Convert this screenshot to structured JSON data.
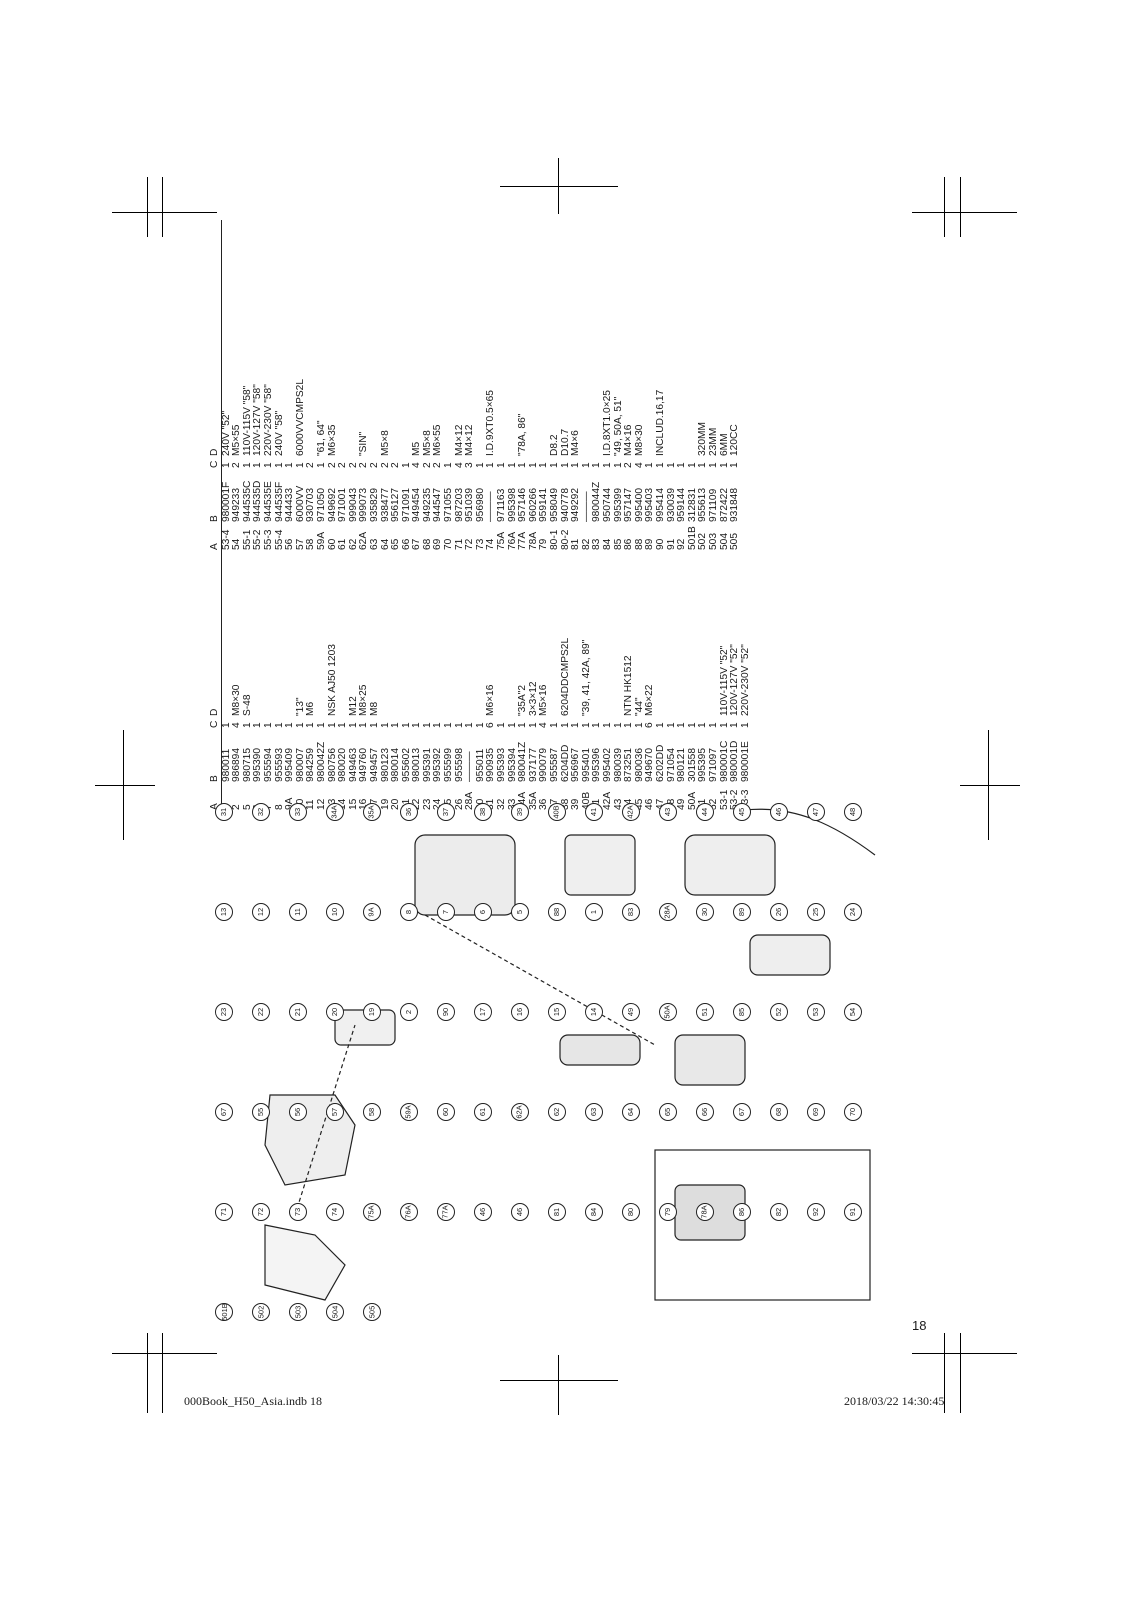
{
  "page_number": "18",
  "footer": {
    "file": "000Book_H50_Asia.indb   18",
    "timestamp": "2018/03/22   14:30:45"
  },
  "table_headers": [
    "A",
    "B",
    "C",
    "D"
  ],
  "parts_left": [
    [
      "1",
      "980011",
      "1",
      ""
    ],
    [
      "2",
      "986894",
      "4",
      "M8×30"
    ],
    [
      "5",
      "980715",
      "1",
      "S-48"
    ],
    [
      "6",
      "995390",
      "1",
      ""
    ],
    [
      "7",
      "955594",
      "1",
      ""
    ],
    [
      "8",
      "955593",
      "1",
      ""
    ],
    [
      "9A",
      "995409",
      "1",
      ""
    ],
    [
      "10",
      "980007",
      "1",
      "\"13\""
    ],
    [
      "11",
      "984259",
      "1",
      "M6"
    ],
    [
      "12",
      "980042Z",
      "1",
      ""
    ],
    [
      "13",
      "980756",
      "1",
      "NSK AJ50 1203"
    ],
    [
      "14",
      "980020",
      "1",
      ""
    ],
    [
      "15",
      "949463",
      "1",
      "M12"
    ],
    [
      "16",
      "949760",
      "1",
      "M8×25"
    ],
    [
      "17",
      "949457",
      "1",
      "M8"
    ],
    [
      "19",
      "980123",
      "1",
      ""
    ],
    [
      "20",
      "980014",
      "1",
      ""
    ],
    [
      "21",
      "955602",
      "1",
      ""
    ],
    [
      "22",
      "980013",
      "1",
      ""
    ],
    [
      "23",
      "995391",
      "1",
      ""
    ],
    [
      "24",
      "995392",
      "1",
      ""
    ],
    [
      "25",
      "955599",
      "1",
      ""
    ],
    [
      "26",
      "955598",
      "1",
      ""
    ],
    [
      "28A",
      "———",
      "1",
      ""
    ],
    [
      "30",
      "955011",
      "1",
      ""
    ],
    [
      "31",
      "990935",
      "6",
      "M6×16"
    ],
    [
      "32",
      "995393",
      "1",
      ""
    ],
    [
      "33",
      "995394",
      "1",
      ""
    ],
    [
      "34A",
      "980041Z",
      "1",
      "\"35A\"2"
    ],
    [
      "35A",
      "937177",
      "1",
      "3×3×12"
    ],
    [
      "36",
      "990079",
      "4",
      "M5×16"
    ],
    [
      "37",
      "955587",
      "1",
      ""
    ],
    [
      "38",
      "6204DD",
      "1",
      "6204DDCMPS2L"
    ],
    [
      "39",
      "956967",
      "1",
      ""
    ],
    [
      "40B",
      "995401",
      "1",
      "\"39, 41, 42A, 89\""
    ],
    [
      "41",
      "995396",
      "1",
      ""
    ],
    [
      "42A",
      "995402",
      "1",
      ""
    ],
    [
      "43",
      "980039",
      "1",
      ""
    ],
    [
      "44",
      "873251",
      "1",
      "NTN HK1512"
    ],
    [
      "45",
      "980036",
      "1",
      "\"44\""
    ],
    [
      "46",
      "949670",
      "6",
      "M6×22"
    ],
    [
      "47",
      "6202DD",
      "1",
      ""
    ],
    [
      "48",
      "971054",
      "1",
      ""
    ],
    [
      "49",
      "980121",
      "1",
      ""
    ],
    [
      "50A",
      "301558",
      "1",
      ""
    ],
    [
      "51",
      "995395",
      "1",
      ""
    ],
    [
      "52",
      "971097",
      "1",
      ""
    ],
    [
      "53-1",
      "980001C",
      "1",
      "110V-115V \"52\""
    ],
    [
      "53-2",
      "980001D",
      "1",
      "120V-127V \"52\""
    ],
    [
      "53-3",
      "980001E",
      "1",
      "220V-230V \"52\""
    ]
  ],
  "parts_right": [
    [
      "53-4",
      "980001F",
      "1",
      "240V \"52\""
    ],
    [
      "54",
      "949233",
      "2",
      "M5×55"
    ],
    [
      "55-1",
      "944535C",
      "1",
      "110V-115V \"58\""
    ],
    [
      "55-2",
      "944535D",
      "1",
      "120V-127V \"58\""
    ],
    [
      "55-3",
      "944535E",
      "1",
      "220V-230V \"58\""
    ],
    [
      "55-4",
      "944535F",
      "1",
      "240V \"58\""
    ],
    [
      "56",
      "944433",
      "1",
      ""
    ],
    [
      "57",
      "6000VV",
      "1",
      "6000VVCMPS2L"
    ],
    [
      "58",
      "930703",
      "2",
      ""
    ],
    [
      "59A",
      "971050",
      "1",
      "\"61, 64\""
    ],
    [
      "60",
      "949692",
      "2",
      "M6×35"
    ],
    [
      "61",
      "971001",
      "2",
      ""
    ],
    [
      "62",
      "999043",
      "2",
      ""
    ],
    [
      "62A",
      "999073",
      "2",
      "\"SIN\""
    ],
    [
      "63",
      "935829",
      "2",
      ""
    ],
    [
      "64",
      "938477",
      "2",
      "M5×8"
    ],
    [
      "65",
      "956127",
      "2",
      ""
    ],
    [
      "66",
      "971091",
      "1",
      ""
    ],
    [
      "67",
      "949454",
      "4",
      "M5"
    ],
    [
      "68",
      "949235",
      "2",
      "M5×8"
    ],
    [
      "69",
      "944547",
      "2",
      "M6×55"
    ],
    [
      "70",
      "971055",
      "1",
      ""
    ],
    [
      "71",
      "987203",
      "4",
      "M4×12"
    ],
    [
      "72",
      "951039",
      "3",
      "M4×12"
    ],
    [
      "73",
      "956980",
      "1",
      ""
    ],
    [
      "74",
      "———",
      "1",
      "I.D.9XT0.5×65"
    ],
    [
      "75A",
      "971163",
      "1",
      ""
    ],
    [
      "76A",
      "995398",
      "1",
      ""
    ],
    [
      "77A",
      "957146",
      "1",
      "\"78A, 86\""
    ],
    [
      "78A",
      "960266",
      "1",
      ""
    ],
    [
      "79",
      "959141",
      "1",
      ""
    ],
    [
      "80-1",
      "958049",
      "1",
      "D8.2"
    ],
    [
      "80-2",
      "940778",
      "1",
      "D10.7"
    ],
    [
      "81",
      "949292",
      "1",
      "M4×6"
    ],
    [
      "82",
      "———",
      "1",
      ""
    ],
    [
      "83",
      "980044Z",
      "1",
      ""
    ],
    [
      "84",
      "950744",
      "1",
      "I.D.8XT1.0×25"
    ],
    [
      "85",
      "995399",
      "1",
      "\"49, 50A, 51\""
    ],
    [
      "86",
      "957147",
      "2",
      "M4×16"
    ],
    [
      "88",
      "995400",
      "4",
      "M8×30"
    ],
    [
      "89",
      "995403",
      "1",
      ""
    ],
    [
      "90",
      "995414",
      "1",
      "INCLUD.16,17"
    ],
    [
      "91",
      "930039",
      "1",
      ""
    ],
    [
      "92",
      "959144",
      "1",
      ""
    ],
    [
      "501B",
      "312831",
      "1",
      ""
    ],
    [
      "502",
      "955613",
      "1",
      "320MM"
    ],
    [
      "503",
      "971109",
      "1",
      "23MM"
    ],
    [
      "504",
      "872422",
      "1",
      "6MM"
    ],
    [
      "505",
      "931848",
      "1",
      "120CC"
    ]
  ],
  "callouts": [
    "31",
    "32",
    "33",
    "34A",
    "35A",
    "36",
    "37",
    "38",
    "39",
    "40B",
    "41",
    "42A",
    "43",
    "44",
    "45",
    "46",
    "47",
    "48",
    "13",
    "12",
    "11",
    "10",
    "9A",
    "8",
    "7",
    "6",
    "5",
    "88",
    "1",
    "83",
    "28A",
    "30",
    "89",
    "26",
    "25",
    "24",
    "23",
    "22",
    "21",
    "20",
    "19",
    "2",
    "90",
    "17",
    "16",
    "15",
    "14",
    "49",
    "50A",
    "51",
    "85",
    "52",
    "53",
    "54",
    "67",
    "55",
    "56",
    "57",
    "58",
    "59A",
    "60",
    "61",
    "62A",
    "62",
    "63",
    "64",
    "65",
    "66",
    "67",
    "68",
    "69",
    "70",
    "71",
    "72",
    "73",
    "74",
    "75A",
    "76A",
    "77A",
    "46",
    "46",
    "81",
    "84",
    "80",
    "79",
    "78A",
    "86",
    "82",
    "92",
    "91",
    "501B",
    "502",
    "503",
    "504",
    "505"
  ]
}
